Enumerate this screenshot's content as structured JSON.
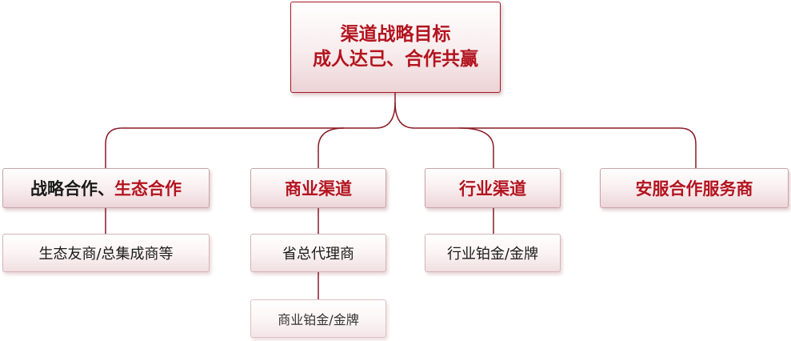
{
  "colors": {
    "accent": "#b3141f",
    "connector": "#8a1a24"
  },
  "root": {
    "line1": "渠道战略目标",
    "line2": "成人达己、合作共赢"
  },
  "branches": [
    {
      "title_part1": "战略合作、",
      "title_part2": "生态合作",
      "children": [
        "生态友商/总集成商等"
      ]
    },
    {
      "title": "商业渠道",
      "children": [
        "省总代理商",
        "商业铂金/金牌"
      ]
    },
    {
      "title": "行业渠道",
      "children": [
        "行业铂金/金牌"
      ]
    },
    {
      "title": "安服合作服务商",
      "children": []
    }
  ]
}
